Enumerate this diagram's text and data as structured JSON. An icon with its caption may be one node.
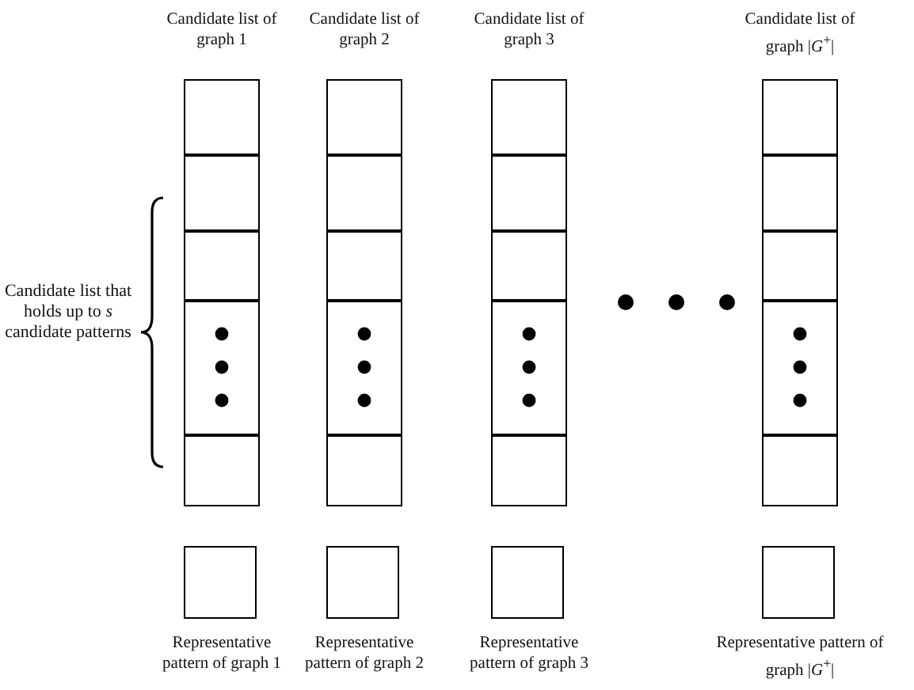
{
  "diagram": {
    "nodes": [
      {
        "text": [
          "Candidate list of graph 1"
        ]
      },
      {
        "text": [],
        "shape": "box",
        "in": 0
      },
      {
        "text": [],
        "shape": "box",
        "in": 0
      },
      {
        "text": [],
        "shape": "box",
        "in": 0
      },
      {
        "text": [],
        "shape": "box",
        "in": 0
      },
      {
        "text": [],
        "shape": "box",
        "in": 0
      },
      {
        "text": [
          "Candidate list of graph 2"
        ]
      },
      {
        "text": [],
        "shape": "box",
        "in": 6
      },
      {
        "text": [],
        "shape": "box",
        "in": 6
      },
      {
        "text": [],
        "shape": "box",
        "in": 6
      },
      {
        "text": [],
        "shape": "box",
        "in": 6
      },
      {
        "text": [],
        "shape": "box",
        "in": 6
      },
      {
        "text": [
          "Candidate list of graph 3"
        ]
      },
      {
        "text": [],
        "shape": "box",
        "in": 12
      },
      {
        "text": [],
        "shape": "box",
        "in": 12
      },
      {
        "text": [],
        "shape": "box",
        "in": 12
      },
      {
        "text": [],
        "shape": "box",
        "in": 12
      },
      {
        "text": [],
        "shape": "box",
        "in": 12
      },
      {
        "text": [
          "Candidate list of graph |*G*$^{+}$|"
        ]
      },
      {
        "text": [],
        "shape": "box",
        "in": 18
      },
      {
        "text": [],
        "shape": "box",
        "in": 18
      },
      {
        "text": [],
        "shape": "box",
        "in": 18
      },
      {
        "text": [],
        "shape": "box",
        "in": 18
      },
      {
        "text": [],
        "shape": "box",
        "in": 18
      },
      {
        "text": [
          "Representative pattern of graph 1"
        ]
      },
      {
        "text": [
          "Representative pattern of graph 2"
        ]
      },
      {
        "text": [
          "Representative pattern of graph 3"
        ]
      },
      {
        "text": [
          "Representative pattern of graph |*G*$^{+}$|"
        ]
      }
    ],
    "edges": [],
    "labels": [
      "Candidate list that holds up to *s* candidate patterns"
    ]
  }
}
